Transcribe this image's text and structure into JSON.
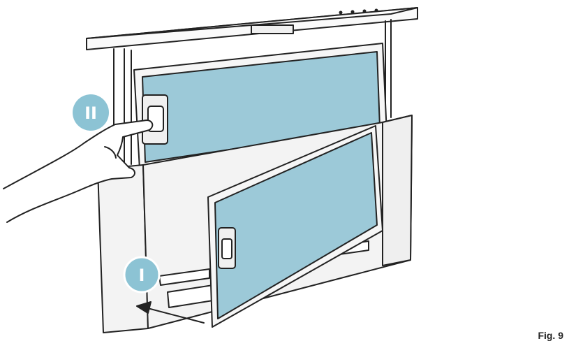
{
  "figure": {
    "caption": "Fig. 9",
    "steps": [
      {
        "id": "step-1",
        "label": "I"
      },
      {
        "id": "step-2",
        "label": "II"
      }
    ],
    "colors": {
      "filter": "#9cc9d8",
      "marker": "#8cc3d4",
      "stroke": "#222222",
      "panel": "#f3f3f3"
    }
  }
}
